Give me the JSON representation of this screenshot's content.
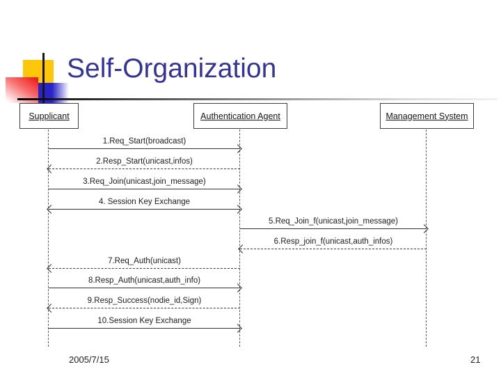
{
  "slide": {
    "title": "Self-Organization",
    "footer": {
      "date": "2005/7/15",
      "page_number": "21"
    }
  },
  "colors": {
    "title_text": "#333399",
    "decor_yellow": "#ffc60a",
    "decor_red": "#ee1b1b",
    "decor_blue": "#2a23c8",
    "diagram_lines": "#303030"
  },
  "diagram": {
    "type": "sequence-diagram",
    "actors": [
      {
        "name": "Supplicant"
      },
      {
        "name": "Authentication Agent"
      },
      {
        "name": "Management System"
      }
    ],
    "messages": [
      {
        "label": "1.Req_Start(broadcast)",
        "from": "Supplicant",
        "to": "Authentication Agent",
        "line": "solid",
        "direction": "right"
      },
      {
        "label": "2.Resp_Start(unicast,infos)",
        "from": "Authentication Agent",
        "to": "Supplicant",
        "line": "dashed",
        "direction": "left"
      },
      {
        "label": "3.Req_Join(unicast,join_message)",
        "from": "Supplicant",
        "to": "Authentication Agent",
        "line": "solid",
        "direction": "right"
      },
      {
        "label": "4. Session Key Exchange",
        "from": "Supplicant",
        "to": "Authentication Agent",
        "line": "solid",
        "direction": "both"
      },
      {
        "label": "5.Req_Join_f(unicast,join_message)",
        "from": "Authentication Agent",
        "to": "Management System",
        "line": "solid",
        "direction": "right"
      },
      {
        "label": "6.Resp_join_f(unicast,auth_infos)",
        "from": "Management System",
        "to": "Authentication Agent",
        "line": "dashed",
        "direction": "left"
      },
      {
        "label": "7.Req_Auth(unicast)",
        "from": "Authentication Agent",
        "to": "Supplicant",
        "line": "dashed",
        "direction": "left"
      },
      {
        "label": "8.Resp_Auth(unicast,auth_info)",
        "from": "Supplicant",
        "to": "Authentication Agent",
        "line": "solid",
        "direction": "right"
      },
      {
        "label": "9.Resp_Success(nodie_id,Sign)",
        "from": "Authentication Agent",
        "to": "Supplicant",
        "line": "dashed",
        "direction": "left"
      },
      {
        "label": "10.Session Key Exchange",
        "from": "Supplicant",
        "to": "Authentication Agent",
        "line": "solid",
        "direction": "right"
      }
    ]
  }
}
